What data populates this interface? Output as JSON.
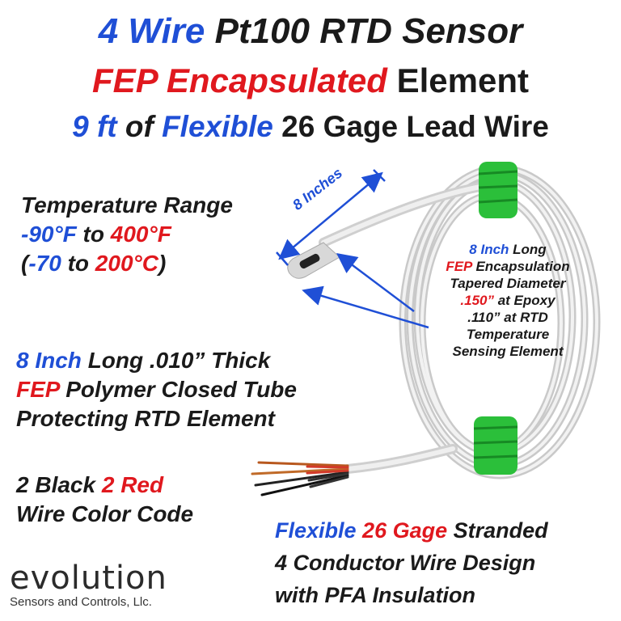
{
  "title": {
    "line1": {
      "p1": "4 Wire",
      "p2": " Pt100 RTD Sensor"
    },
    "line2": {
      "p1": "FEP Encapsulated",
      "p2": " Element"
    },
    "line3": {
      "p1": "9 ft",
      "p2": " of ",
      "p3": "Flexible",
      "p4": " 26 Gage Lead Wire"
    }
  },
  "temperature": {
    "heading": "Temperature Range",
    "f_low": "-90°F",
    "to": " to ",
    "f_high": "400°F",
    "c_open": "(",
    "c_low": "-70",
    "c_to": " to ",
    "c_high": "200°C",
    "c_close": ")"
  },
  "tube": {
    "p1": "8 Inch",
    "p2": " Long .010” Thick",
    "p3": "FEP",
    "p4": " Polymer Closed Tube",
    "p5": "Protecting RTD Element"
  },
  "color_code": {
    "p1": "2 Black ",
    "p2": "2 Red",
    "p3": "Wire Color Code"
  },
  "dimension_label": "8 Inches",
  "encapsulation_note": {
    "l1a": "8 Inch",
    "l1b": " Long",
    "l2a": "FEP",
    "l2b": " Encapsulation",
    "l3": "Tapered Diameter",
    "l4a": ".150”",
    "l4b": " at Epoxy",
    "l5": ".110” at RTD",
    "l6": "Temperature",
    "l7": "Sensing Element"
  },
  "wire_design": {
    "l1a": "Flexible",
    "l1b": " 26 Gage",
    "l1c": " Stranded",
    "l2": "4 Conductor Wire Design",
    "l3": "with PFA Insulation"
  },
  "logo": {
    "main": "evolution",
    "sub": "Sensors and Controls, Llc."
  },
  "colors": {
    "blue": "#1f4fd6",
    "red": "#e0181e",
    "cable": "#e4e4e4",
    "tie": "#2bbf3a"
  }
}
